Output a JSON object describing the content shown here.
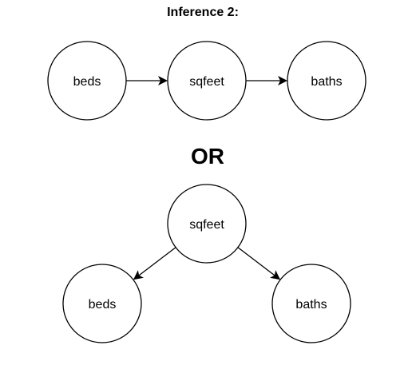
{
  "title": "Inference 2:",
  "separator": "OR",
  "colors": {
    "stroke": "#000000",
    "fill": "#ffffff",
    "text": "#000000"
  },
  "diagram1": {
    "nodes": [
      {
        "id": "d1-beds",
        "label": "beds"
      },
      {
        "id": "d1-sqfeet",
        "label": "sqfeet"
      },
      {
        "id": "d1-baths",
        "label": "baths"
      }
    ],
    "edges": [
      {
        "from": "d1-beds",
        "to": "d1-sqfeet"
      },
      {
        "from": "d1-sqfeet",
        "to": "d1-baths"
      }
    ]
  },
  "diagram2": {
    "nodes": [
      {
        "id": "d2-sqfeet",
        "label": "sqfeet"
      },
      {
        "id": "d2-beds",
        "label": "beds"
      },
      {
        "id": "d2-baths",
        "label": "baths"
      }
    ],
    "edges": [
      {
        "from": "d2-sqfeet",
        "to": "d2-beds"
      },
      {
        "from": "d2-sqfeet",
        "to": "d2-baths"
      }
    ]
  }
}
